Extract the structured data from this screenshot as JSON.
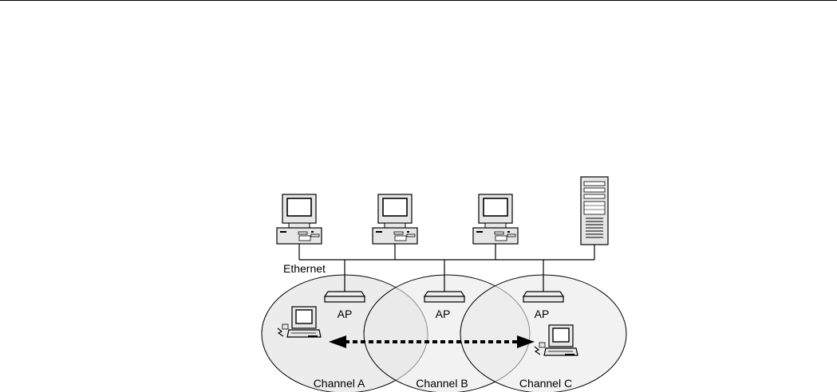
{
  "diagram": {
    "network_label": "Ethernet",
    "ap_labels": [
      "AP",
      "AP",
      "AP"
    ],
    "channel_labels": [
      "Channel A",
      "Channel B",
      "Channel C"
    ],
    "colors": {
      "line": "#000000",
      "cell_fill": "#e9e9e9",
      "device_fill": "#e6e6e6",
      "screen_fill": "#ffffff"
    }
  }
}
